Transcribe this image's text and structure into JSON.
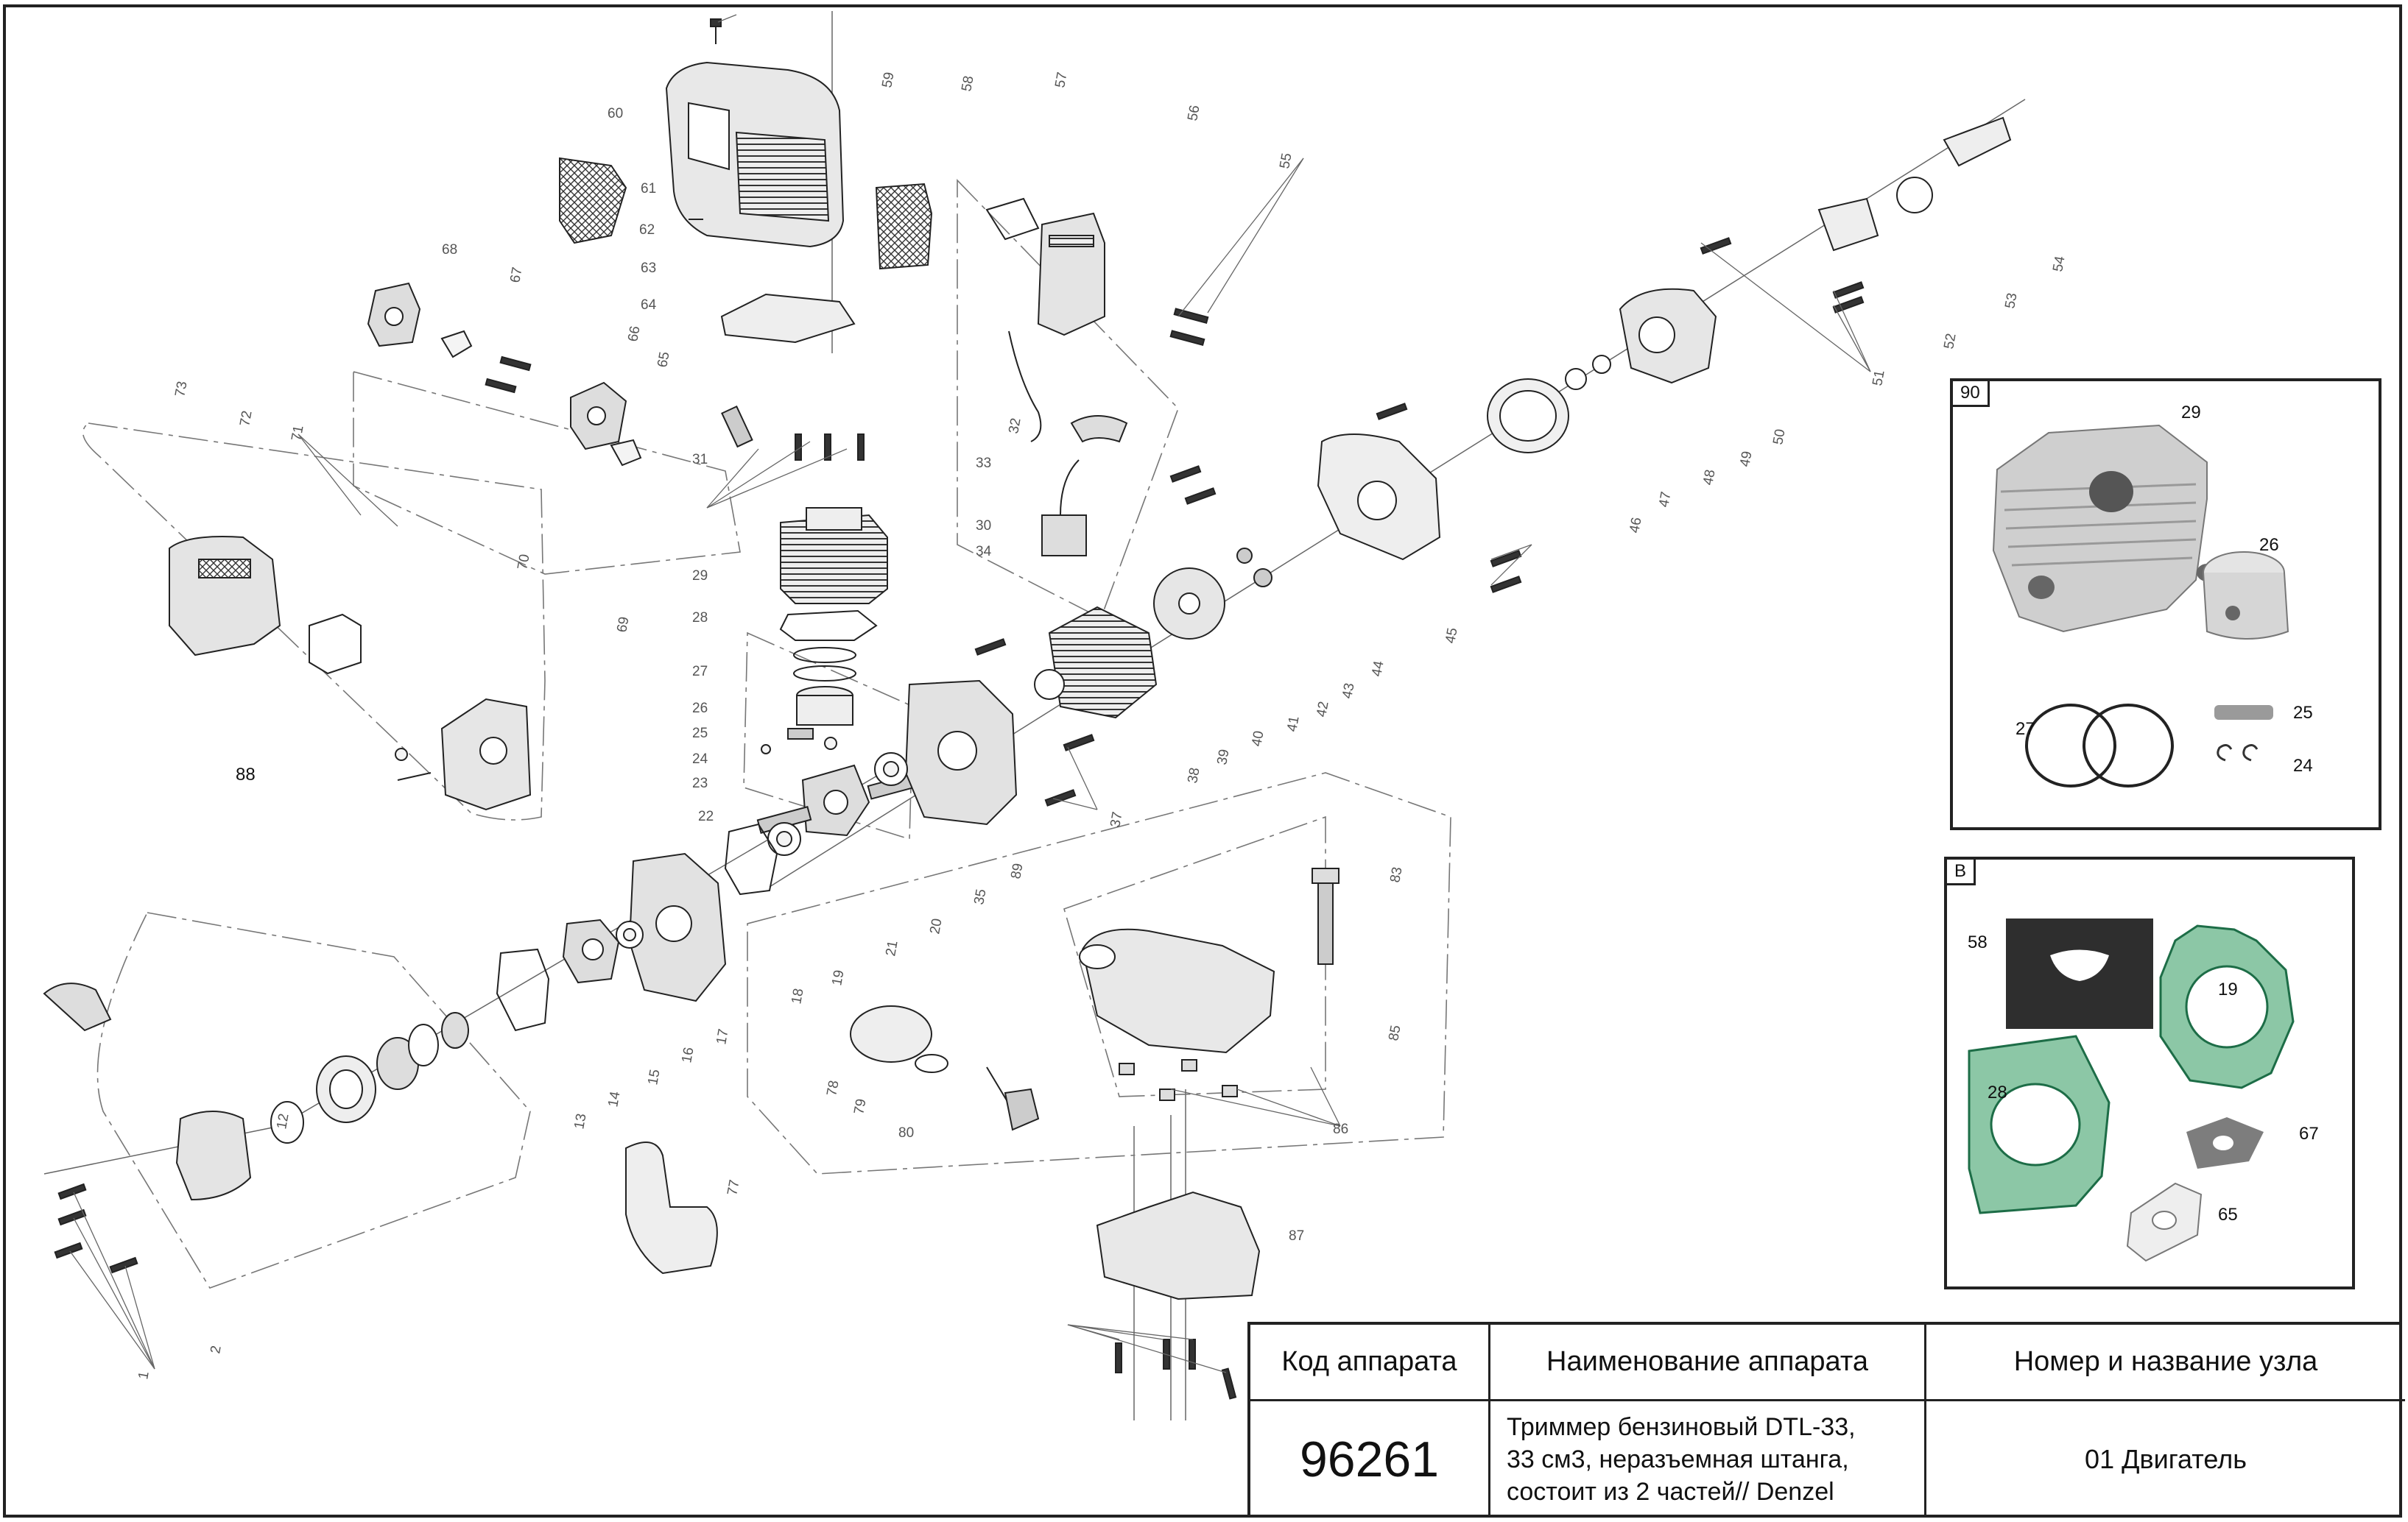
{
  "callouts": [
    "1",
    "2",
    "12",
    "13",
    "14",
    "15",
    "16",
    "17",
    "18",
    "19",
    "20",
    "21",
    "22",
    "23",
    "24",
    "25",
    "26",
    "27",
    "28",
    "29",
    "30",
    "31",
    "32",
    "33",
    "34",
    "35",
    "37",
    "38",
    "39",
    "40",
    "41",
    "42",
    "43",
    "44",
    "45",
    "46",
    "47",
    "48",
    "49",
    "50",
    "51",
    "52",
    "53",
    "54",
    "55",
    "56",
    "57",
    "58",
    "59",
    "60",
    "61",
    "62",
    "63",
    "64",
    "65",
    "66",
    "67",
    "68",
    "69",
    "70",
    "71",
    "72",
    "73",
    "77",
    "78",
    "79",
    "80",
    "83",
    "85",
    "86",
    "87",
    "88",
    "89"
  ],
  "kit_90": {
    "tag": "90",
    "labels": [
      "29",
      "26",
      "27",
      "25",
      "24"
    ]
  },
  "kit_b": {
    "tag": "В",
    "labels": [
      "58",
      "19",
      "28",
      "67",
      "65"
    ]
  },
  "title_block": {
    "col1_header": "Код аппарата",
    "col2_header": "Наименование аппарата",
    "col3_header": "Номер и название узла",
    "code": "96261",
    "description": "Триммер бензиновый DTL-33,\n33 см3, неразъемная штанга,\nсостоит из 2 частей// Denzel",
    "node": "01 Двигатель"
  }
}
